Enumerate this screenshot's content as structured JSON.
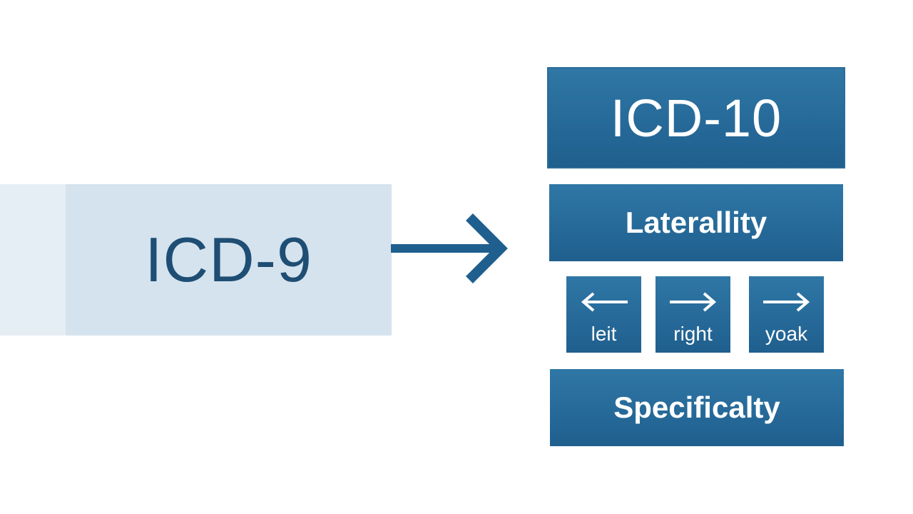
{
  "left": {
    "label": "ICD-9"
  },
  "right": {
    "header": "ICD-10",
    "laterality": "Laterallity",
    "options": [
      {
        "icon": "arrow-left-icon",
        "label": "leit"
      },
      {
        "icon": "arrow-right-icon",
        "label": "right"
      },
      {
        "icon": "arrow-right-icon",
        "label": "yoak"
      }
    ],
    "specificity": "Specificalty"
  },
  "colors": {
    "dark_blue": "#1f5f8e",
    "mid_blue": "#2f77a6",
    "light_blue": "#d5e3ee",
    "lighter_blue": "#e6eef5",
    "label_dark": "#1f4e74"
  }
}
